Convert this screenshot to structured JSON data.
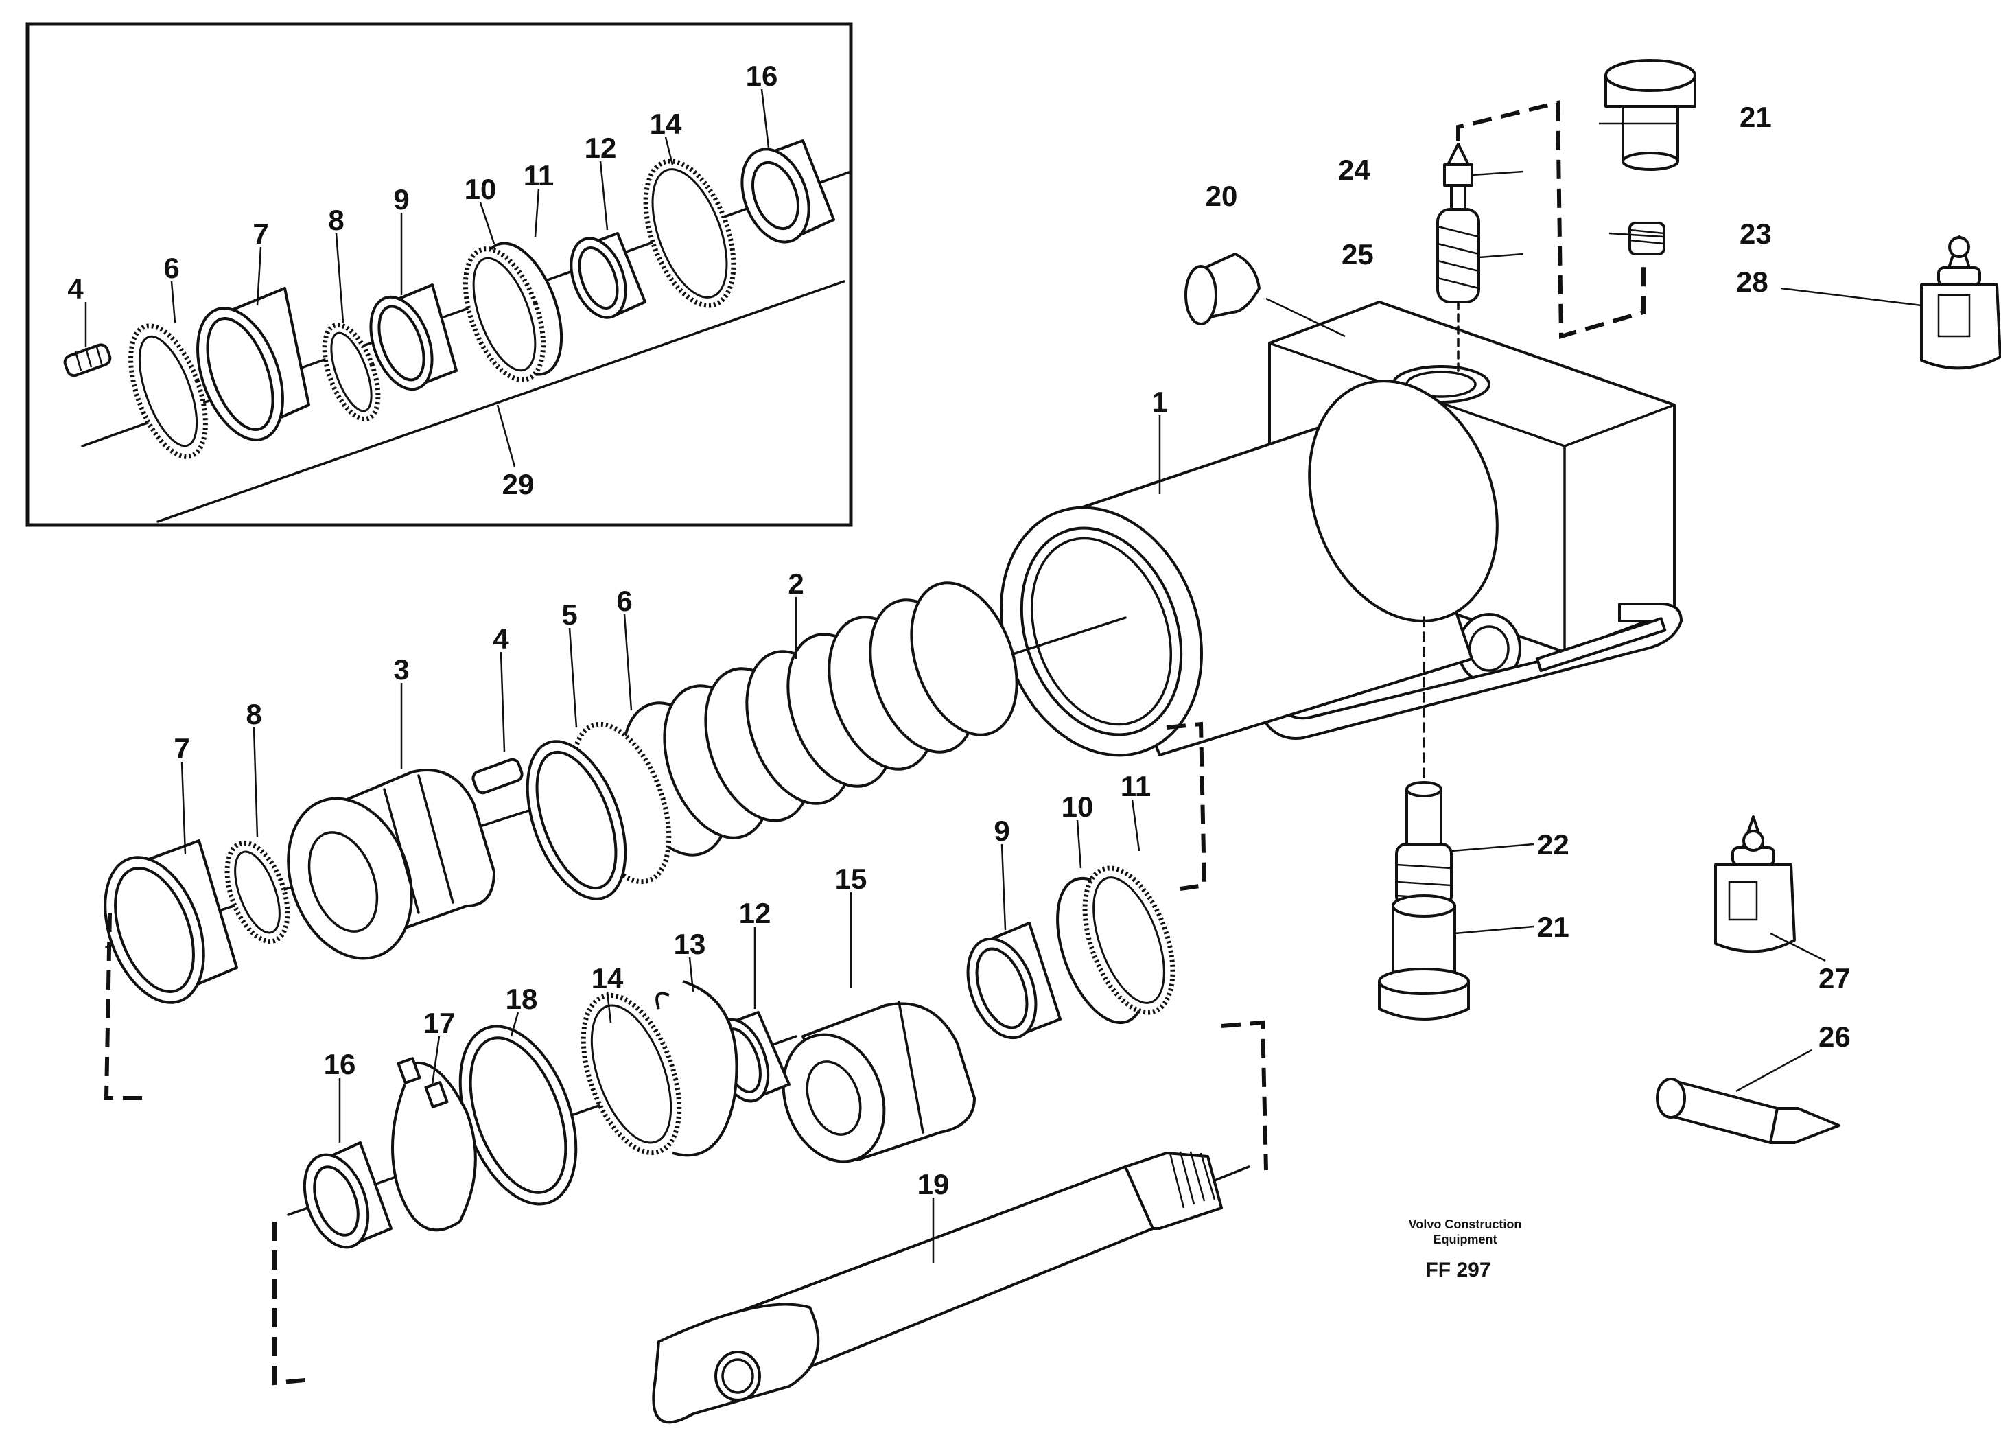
{
  "callouts": {
    "inset": [
      "4",
      "6",
      "7",
      "8",
      "9",
      "10",
      "11",
      "12",
      "14",
      "16",
      "29"
    ],
    "main": [
      "1",
      "2",
      "3",
      "4",
      "5",
      "6",
      "7",
      "8",
      "9",
      "10",
      "11",
      "12",
      "13",
      "14",
      "15",
      "16",
      "17",
      "18",
      "19",
      "20",
      "21",
      "21",
      "22",
      "23",
      "24",
      "25",
      "26",
      "27",
      "28"
    ]
  },
  "credit": {
    "line1": "Volvo Construction",
    "line2": "Equipment",
    "figure_code": "FF 297"
  }
}
